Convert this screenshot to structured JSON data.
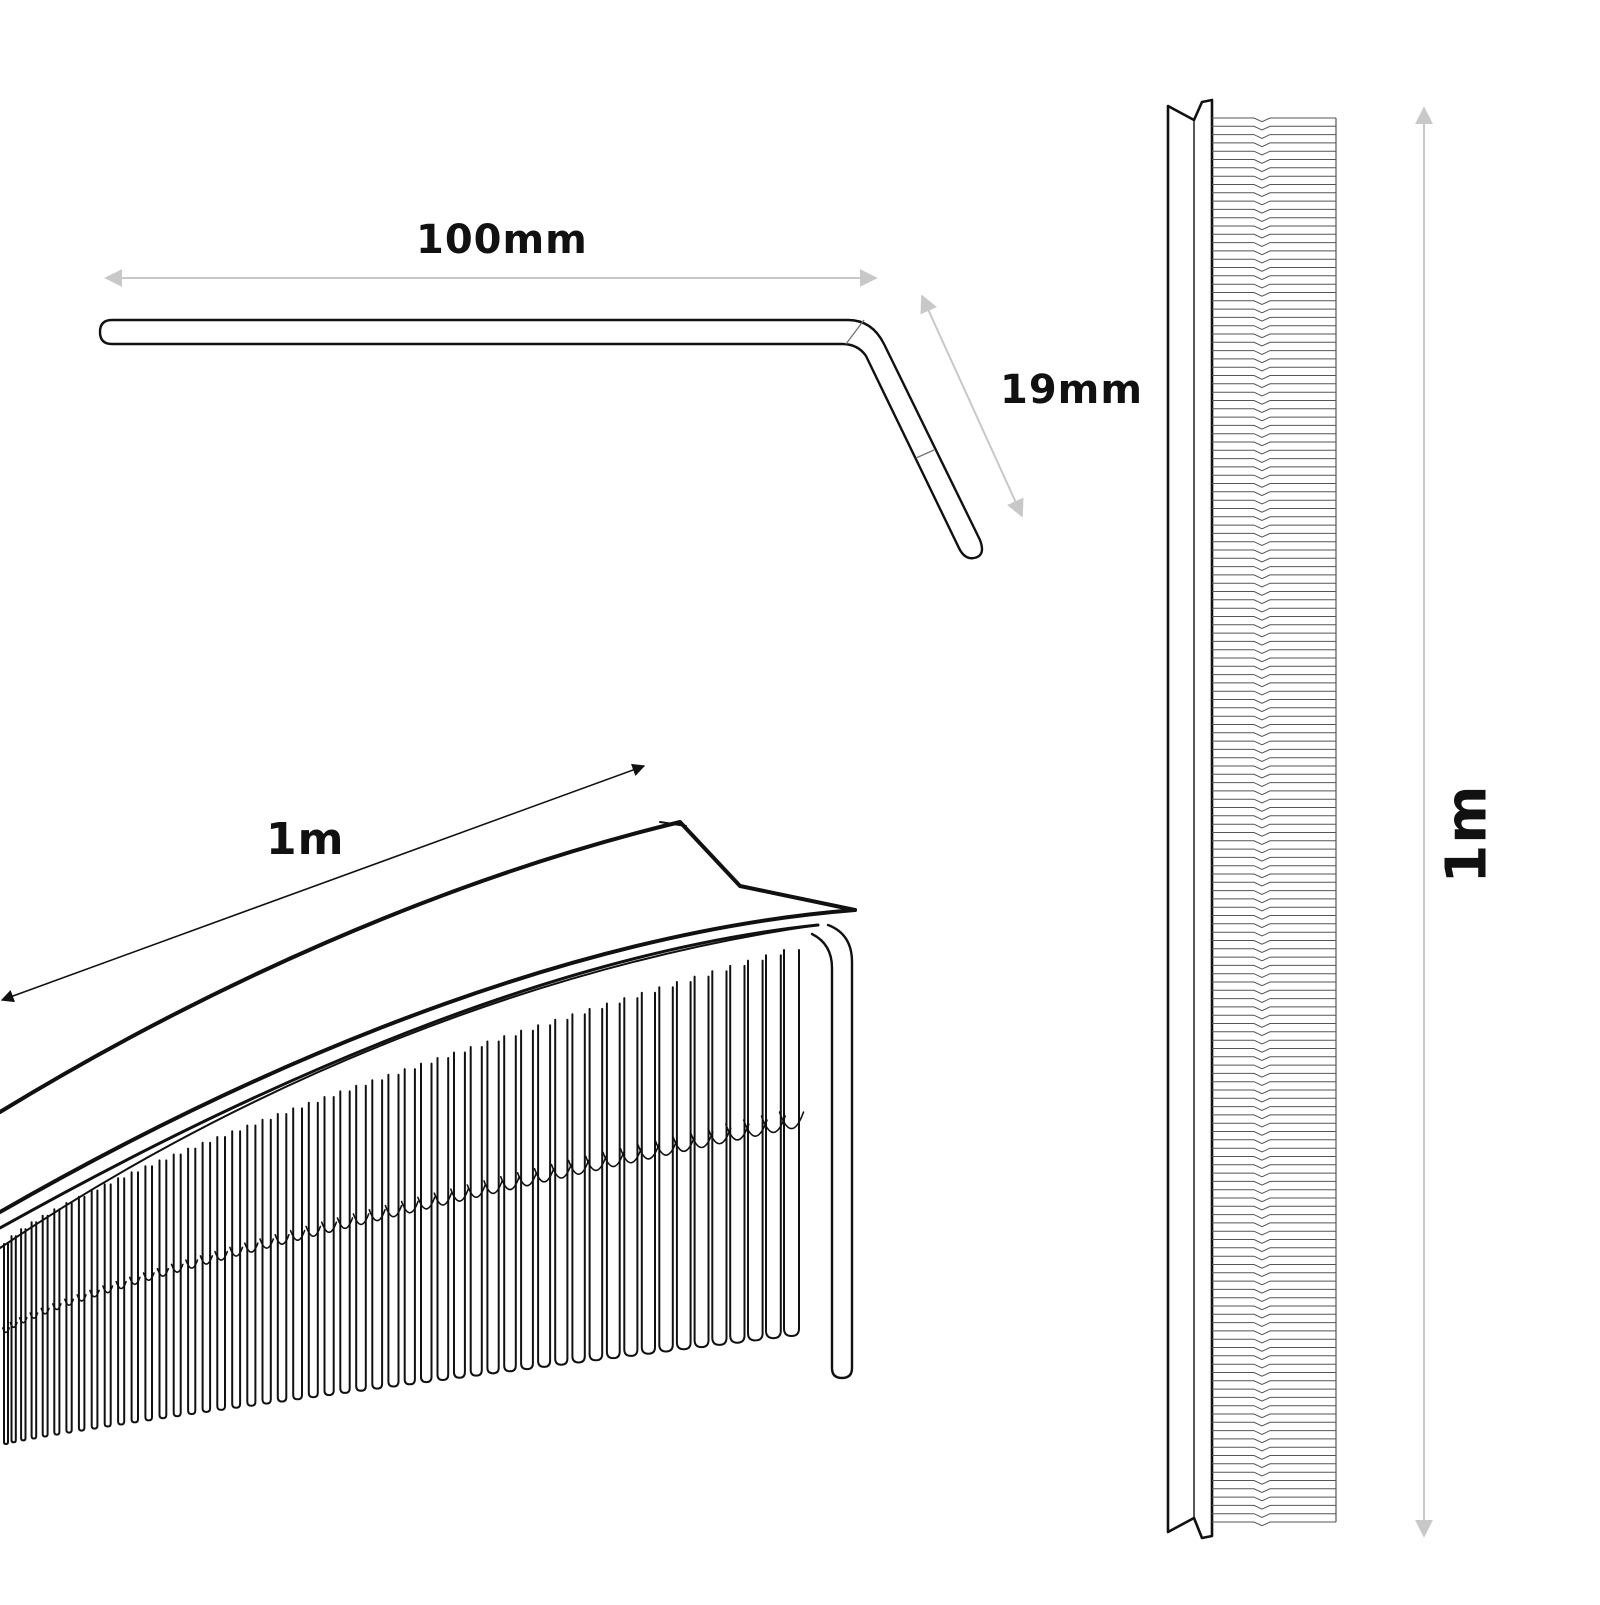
{
  "dimensions": {
    "tooth_length": "100mm",
    "tooth_bend": "19mm",
    "strip_length_angled": "1m",
    "strip_length_vertical": "1m"
  },
  "colors": {
    "line": "#111111",
    "dimension_line": "#c8c8c8",
    "background": "#ffffff"
  }
}
